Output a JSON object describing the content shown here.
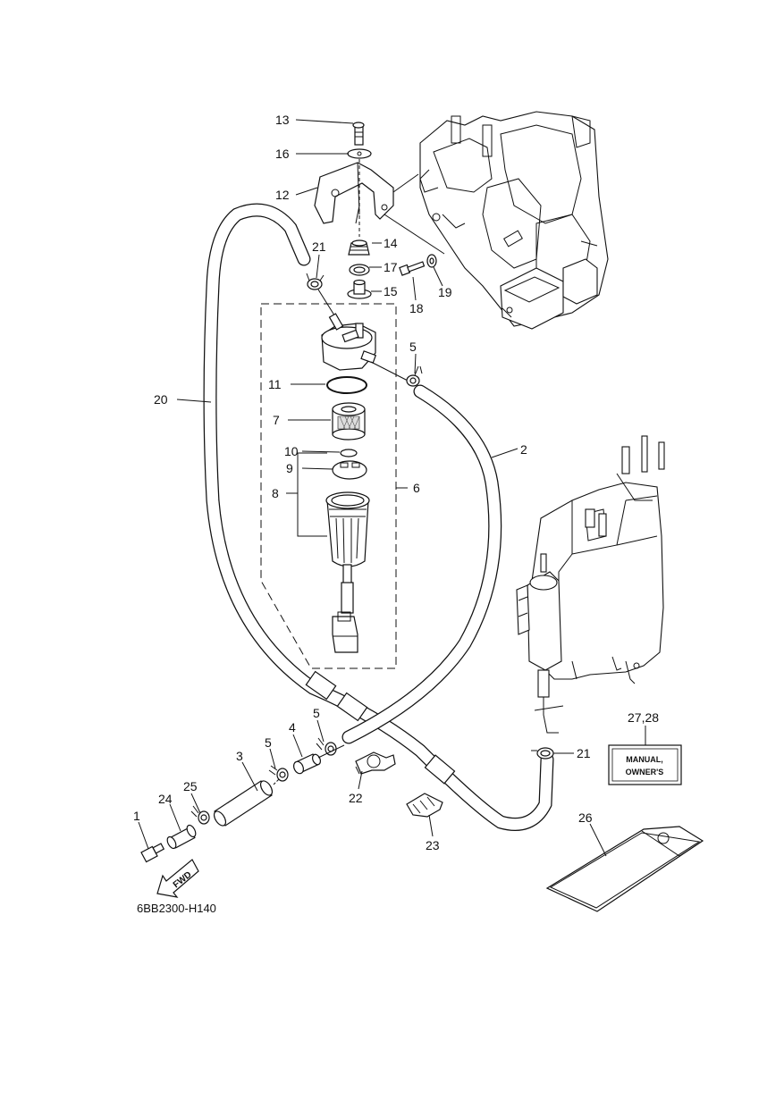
{
  "diagram": {
    "code": "6BB2300-H140",
    "fwd_label": "FWD",
    "box_label_line1": "MANUAL,",
    "box_label_line2": "OWNER'S",
    "callouts": {
      "c1": "1",
      "c2": "2",
      "c3": "3",
      "c4": "4",
      "c5a": "5",
      "c5b": "5",
      "c5c": "5",
      "c6": "6",
      "c7": "7",
      "c8": "8",
      "c9": "9",
      "c10": "10",
      "c11": "11",
      "c12": "12",
      "c13": "13",
      "c14": "14",
      "c15": "15",
      "c16": "16",
      "c17": "17",
      "c18": "18",
      "c19": "19",
      "c20": "20",
      "c21a": "21",
      "c21b": "21",
      "c22": "22",
      "c23": "23",
      "c24": "24",
      "c25": "25",
      "c26": "26",
      "c2728": "27,28"
    }
  }
}
